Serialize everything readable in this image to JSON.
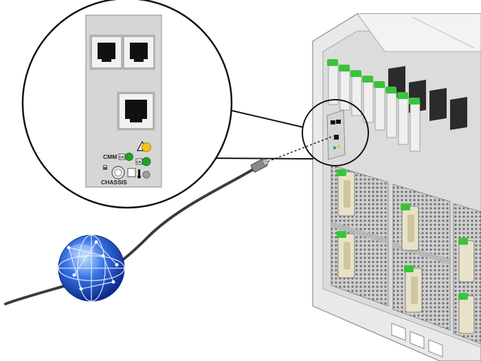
{
  "labels": {
    "cmm": "CMM",
    "ok_a": "OK",
    "ok_b": "OK",
    "chassis": "CHASSIS",
    "warn_glyph": "!",
    "temp_glyph": "🌡"
  },
  "colors": {
    "panel": "#d6d6d6",
    "panel_border": "#9a9a9a",
    "rj45_body": "#f2f2f2",
    "rj45_port": "#111111",
    "led_green": "#1fa32c",
    "led_amber": "#f2c21a",
    "latch_green": "#39c43a",
    "chassis_metal": "#d9d9d9",
    "cable": "#3b3b3b",
    "globe_blue": "#2a57d6"
  },
  "icons": [
    "rj45-port-icon",
    "warning-icon",
    "chassis-icon",
    "temperature-icon",
    "network-globe-icon"
  ]
}
